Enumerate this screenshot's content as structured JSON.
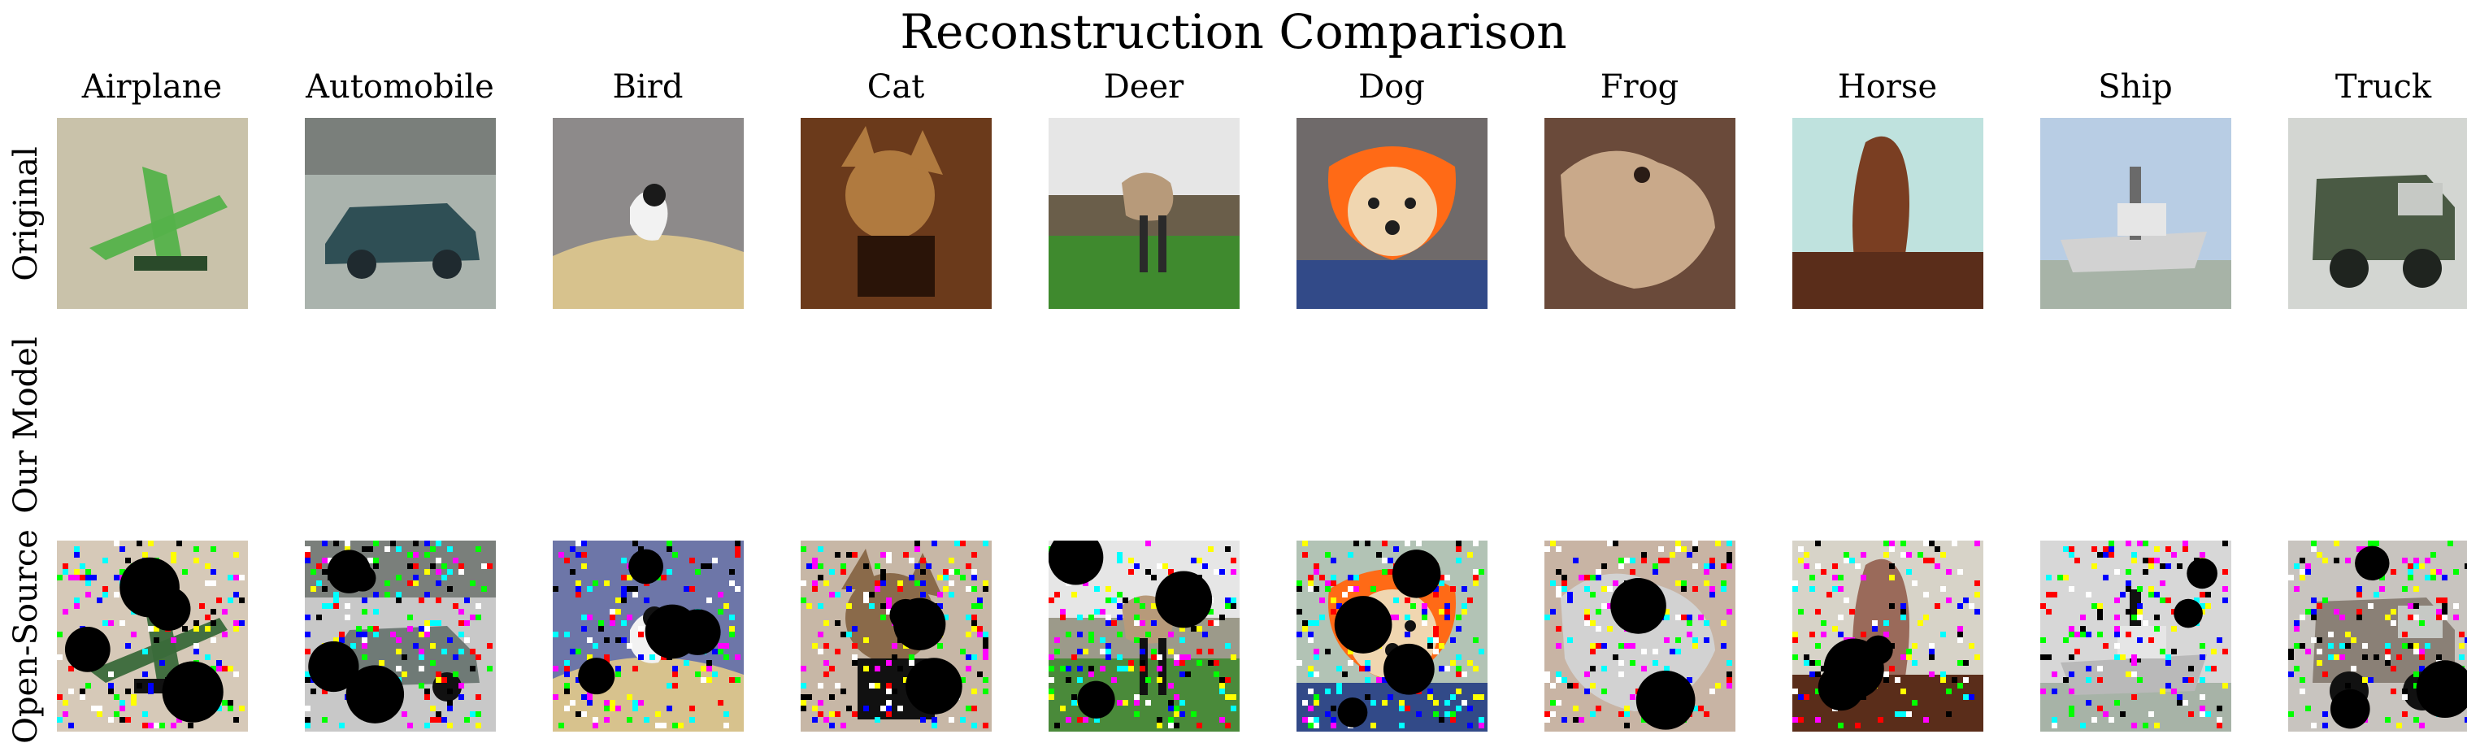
{
  "figure": {
    "title": "Reconstruction Comparison",
    "columns": [
      "Airplane",
      "Automobile",
      "Bird",
      "Cat",
      "Deer",
      "Dog",
      "Frog",
      "Horse",
      "Ship",
      "Truck"
    ],
    "rows": [
      "Original",
      "Our Model",
      "Open-Source"
    ],
    "row_states": {
      "Original": "image tiles shown",
      "Our Model": "blank (no reconstructions rendered)",
      "Open-Source": "noisy reconstruction tiles with colored pixel artifacts and black blobs"
    }
  },
  "colors": {
    "background": "#ffffff",
    "text": "#000000",
    "artifact_palette": [
      "#00ffff",
      "#0000ff",
      "#ff00ff",
      "#00ff00",
      "#000000",
      "#ffffff",
      "#ff0000",
      "#ffff00"
    ]
  },
  "tiles": {
    "original": [
      {
        "bg": "#c9c2aa",
        "accent": "#55b24a",
        "dark": "#2a4a2a",
        "motif": "airplane"
      },
      {
        "bg": "#aab3ad",
        "accent": "#2f4f55",
        "dark": "#1f2a2f",
        "motif": "car"
      },
      {
        "bg": "#8d8a8a",
        "accent": "#d7c28d",
        "dark": "#1a1a1a",
        "motif": "bird"
      },
      {
        "bg": "#6b3a1b",
        "accent": "#b07a3f",
        "dark": "#2a1408",
        "motif": "cat"
      },
      {
        "bg": "#6a5e4a",
        "accent": "#3f8a2e",
        "dark": "#2a2a2a",
        "motif": "deer"
      },
      {
        "bg": "#6f6a6a",
        "accent": "#ff6a16",
        "dark": "#1e1e1e",
        "motif": "dog"
      },
      {
        "bg": "#6a4a3a",
        "accent": "#c9a98a",
        "dark": "#2a1c16",
        "motif": "frog"
      },
      {
        "bg": "#bfe2de",
        "accent": "#7a3e22",
        "dark": "#2a1408",
        "motif": "horse"
      },
      {
        "bg": "#b8cde4",
        "accent": "#d2d2d2",
        "dark": "#6a6a6a",
        "motif": "ship"
      },
      {
        "bg": "#d3d6d2",
        "accent": "#4a5a44",
        "dark": "#1f241f",
        "motif": "truck"
      }
    ],
    "open_source": [
      {
        "bg": "#d6c9b8",
        "accent": "#3a6a3a",
        "dark": "#111111",
        "motif": "airplane"
      },
      {
        "bg": "#c8c8c8",
        "accent": "#6f7a76",
        "dark": "#111111",
        "motif": "car"
      },
      {
        "bg": "#6d76a8",
        "accent": "#d7c28d",
        "dark": "#111111",
        "motif": "bird"
      },
      {
        "bg": "#c7b7a6",
        "accent": "#8a6a4a",
        "dark": "#111111",
        "motif": "cat"
      },
      {
        "bg": "#9c9a8a",
        "accent": "#4a8a3a",
        "dark": "#111111",
        "motif": "deer"
      },
      {
        "bg": "#b2c3b5",
        "accent": "#ff6a16",
        "dark": "#111111",
        "motif": "dog"
      },
      {
        "bg": "#c8b4a4",
        "accent": "#d2d2d2",
        "dark": "#111111",
        "motif": "frog"
      },
      {
        "bg": "#d7d3c8",
        "accent": "#9a6a5a",
        "dark": "#111111",
        "motif": "horse"
      },
      {
        "bg": "#d7d7d7",
        "accent": "#b9b9b9",
        "dark": "#111111",
        "motif": "ship"
      },
      {
        "bg": "#c8c4bf",
        "accent": "#8a8076",
        "dark": "#111111",
        "motif": "truck"
      }
    ]
  }
}
